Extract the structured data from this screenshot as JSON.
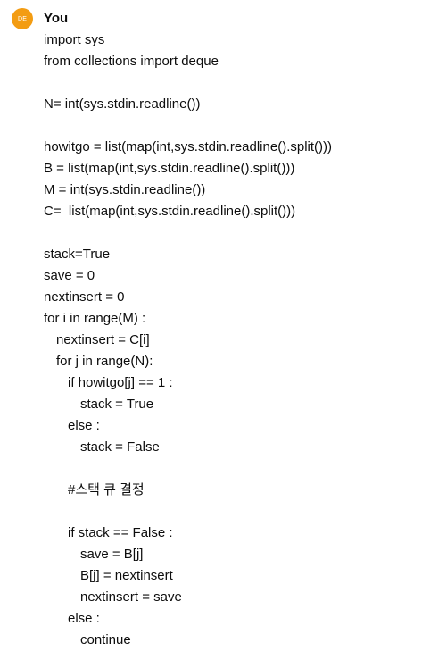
{
  "message": {
    "avatar_initials": "DE",
    "avatar_color": "#f39c12",
    "author": "You",
    "lines": [
      {
        "text": "import sys",
        "indent": 0
      },
      {
        "text": "from collections import deque",
        "indent": 0
      },
      {
        "text": "",
        "indent": 0
      },
      {
        "text": "N= int(sys.stdin.readline())",
        "indent": 0
      },
      {
        "text": "",
        "indent": 0
      },
      {
        "text": "howitgo = list(map(int,sys.stdin.readline().split()))",
        "indent": 0
      },
      {
        "text": "B = list(map(int,sys.stdin.readline().split()))",
        "indent": 0
      },
      {
        "text": "M = int(sys.stdin.readline())",
        "indent": 0
      },
      {
        "text": "C=  list(map(int,sys.stdin.readline().split()))",
        "indent": 0
      },
      {
        "text": "",
        "indent": 0
      },
      {
        "text": "stack=True",
        "indent": 0
      },
      {
        "text": "save = 0",
        "indent": 0
      },
      {
        "text": "nextinsert = 0",
        "indent": 0
      },
      {
        "text": "for i in range(M) :",
        "indent": 0
      },
      {
        "text": "nextinsert = C[i]",
        "indent": 1
      },
      {
        "text": "for j in range(N):",
        "indent": 1
      },
      {
        "text": "if howitgo[j] == 1 :",
        "indent": 2
      },
      {
        "text": "stack = True",
        "indent": 3
      },
      {
        "text": "else :",
        "indent": 2
      },
      {
        "text": "stack = False",
        "indent": 3
      },
      {
        "text": "",
        "indent": 0
      },
      {
        "text": "#스택 큐 결정",
        "indent": 2
      },
      {
        "text": "",
        "indent": 0
      },
      {
        "text": "if stack == False :",
        "indent": 2
      },
      {
        "text": "save = B[j]",
        "indent": 3
      },
      {
        "text": "B[j] = nextinsert",
        "indent": 3
      },
      {
        "text": "nextinsert = save",
        "indent": 3
      },
      {
        "text": "else :",
        "indent": 2
      },
      {
        "text": "continue",
        "indent": 3
      }
    ]
  }
}
